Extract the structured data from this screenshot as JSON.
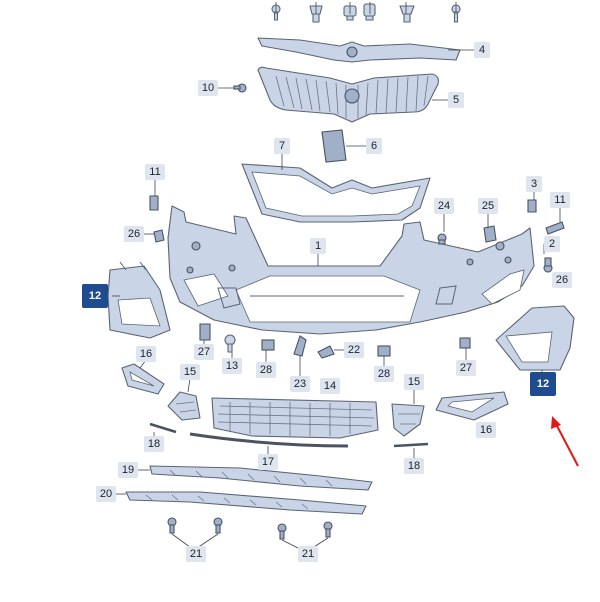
{
  "labels": {
    "p1": "1",
    "p2": "2",
    "p3": "3",
    "p4": "4",
    "p5": "5",
    "p6": "6",
    "p7": "7",
    "p10": "10",
    "p11a": "11",
    "p11b": "11",
    "p12a": "12",
    "p12b": "12",
    "p13": "13",
    "p14": "14",
    "p15a": "15",
    "p15b": "15",
    "p16a": "16",
    "p16b": "16",
    "p17": "17",
    "p18a": "18",
    "p18b": "18",
    "p19": "19",
    "p20": "20",
    "p21a": "21",
    "p21b": "21",
    "p22": "22",
    "p23": "23",
    "p24": "24",
    "p25": "25",
    "p26a": "26",
    "p26b": "26",
    "p27a": "27",
    "p27b": "27",
    "p28a": "28",
    "p28b": "28"
  },
  "colors": {
    "part_fill": "#c9d5e6",
    "outline": "#5a6474",
    "label_box": "#dfe5ef",
    "highlight_box": "#1f4b8f",
    "arrow": "#e01818"
  }
}
